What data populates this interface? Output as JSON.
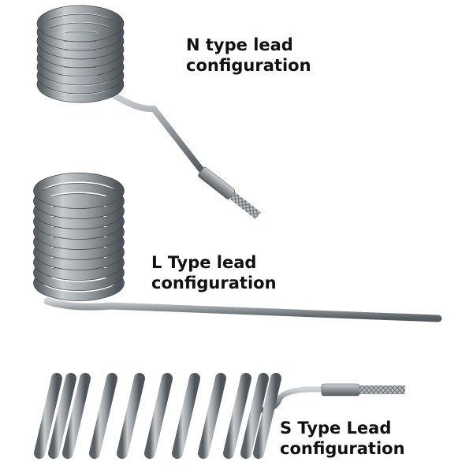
{
  "labels": {
    "n_type": {
      "line1": "N type lead",
      "line2": "configuration"
    },
    "l_type": {
      "line1": "L Type lead",
      "line2": "configuration"
    },
    "s_type": {
      "line1": "S Type Lead",
      "line2": "configuration"
    }
  },
  "colors": {
    "metal_light": "#c9ccce",
    "metal_mid": "#8d9296",
    "metal_dark": "#4e5458",
    "text": "#111111"
  }
}
